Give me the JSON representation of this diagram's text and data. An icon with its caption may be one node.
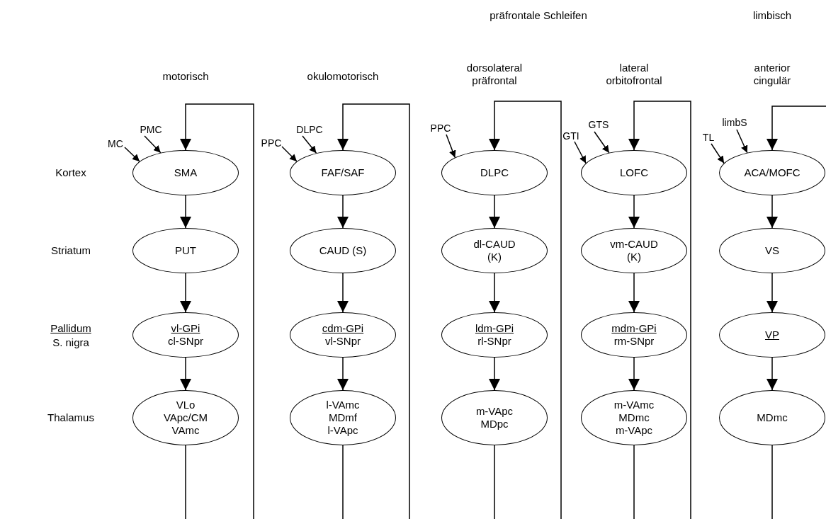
{
  "diagram": {
    "nodes": [
      {
        "text": [
          "SMA"
        ]
      },
      {
        "text": [
          "FAF/SAF"
        ]
      },
      {
        "text": [
          "DLPC"
        ]
      },
      {
        "text": [
          "LOFC"
        ]
      },
      {
        "text": [
          "ACA/MOFC"
        ]
      },
      {
        "text": [
          "PUT"
        ]
      },
      {
        "text": [
          "CAUD (S)"
        ]
      },
      {
        "text": [
          "dl-CAUD (K)"
        ]
      },
      {
        "text": [
          "vm-CAUD (K)"
        ]
      },
      {
        "text": [
          "VS"
        ]
      },
      {
        "text": [
          "vl-GPi",
          "cl-SNpr"
        ]
      },
      {
        "text": [
          "cdm-GPi",
          "vl-SNpr"
        ]
      },
      {
        "text": [
          "ldm-GPi",
          "rl-SNpr"
        ]
      },
      {
        "text": [
          "mdm-GPi",
          "rm-SNpr"
        ]
      },
      {
        "text": [
          "VP"
        ]
      },
      {
        "text": [
          "VLo",
          "VApc/CM",
          "VAmc"
        ]
      },
      {
        "text": [
          "l-VAmc",
          "MDmf",
          "l-VApc"
        ]
      },
      {
        "text": [
          "m-VApc",
          "MDpc"
        ]
      },
      {
        "text": [
          "m-VAmc",
          "MDmc",
          "m-VApc"
        ]
      },
      {
        "text": [
          "MDmc"
        ]
      },
      {
        "text": [
          "MC"
        ]
      },
      {
        "text": [
          "PMC"
        ]
      },
      {
        "text": [
          "PPC"
        ]
      },
      {
        "text": [
          "DLPC"
        ]
      },
      {
        "text": [
          "PPC"
        ]
      },
      {
        "text": [
          "GTI"
        ]
      },
      {
        "text": [
          "GTS"
        ]
      },
      {
        "text": [
          "TL"
        ]
      },
      {
        "text": [
          "limbS"
        ]
      }
    ],
    "edges": [
      {
        "from": 0,
        "to": 5,
        "arrow": "to"
      },
      {
        "from": 5,
        "to": 10,
        "arrow": "to"
      },
      {
        "from": 10,
        "to": 15,
        "arrow": "to"
      },
      {
        "from": 15,
        "to": null,
        "arrow": "none"
      },
      {
        "from": null,
        "to": 0,
        "arrow": "to"
      },
      {
        "from": 1,
        "to": 6,
        "arrow": "to"
      },
      {
        "from": 6,
        "to": 11,
        "arrow": "to"
      },
      {
        "from": 11,
        "to": 16,
        "arrow": "to"
      },
      {
        "from": 16,
        "to": null,
        "arrow": "none"
      },
      {
        "from": null,
        "to": 1,
        "arrow": "to"
      },
      {
        "from": 2,
        "to": 7,
        "arrow": "to"
      },
      {
        "from": 7,
        "to": 12,
        "arrow": "to"
      },
      {
        "from": 12,
        "to": 17,
        "arrow": "to"
      },
      {
        "from": 17,
        "to": null,
        "arrow": "none"
      },
      {
        "from": null,
        "to": 2,
        "arrow": "to"
      },
      {
        "from": 3,
        "to": 8,
        "arrow": "to"
      },
      {
        "from": 8,
        "to": 13,
        "arrow": "to"
      },
      {
        "from": 13,
        "to": 18,
        "arrow": "to"
      },
      {
        "from": 18,
        "to": null,
        "arrow": "none"
      },
      {
        "from": null,
        "to": 3,
        "arrow": "to"
      },
      {
        "from": 4,
        "to": 9,
        "arrow": "to"
      },
      {
        "from": 9,
        "to": 14,
        "arrow": "to"
      },
      {
        "from": 14,
        "to": 19,
        "arrow": "to"
      },
      {
        "from": 19,
        "to": null,
        "arrow": "none"
      },
      {
        "from": null,
        "to": 4,
        "arrow": "to"
      },
      {
        "from": 20,
        "to": 0,
        "arrow": "to"
      },
      {
        "from": 21,
        "to": 0,
        "arrow": "to"
      },
      {
        "from": 22,
        "to": 1,
        "arrow": "to"
      },
      {
        "from": 23,
        "to": 1,
        "arrow": "to"
      },
      {
        "from": 24,
        "to": 2,
        "arrow": "to"
      },
      {
        "from": 25,
        "to": 3,
        "arrow": "to"
      },
      {
        "from": 26,
        "to": 3,
        "arrow": "to"
      },
      {
        "from": 27,
        "to": 4,
        "arrow": "to"
      },
      {
        "from": 28,
        "to": 4,
        "arrow": "to"
      }
    ],
    "labels": [
      "präfrontale Schleifen",
      "limbisch",
      "motorisch",
      "okulomotorisch",
      "dorsolateral präfrontal",
      "lateral orbitofrontal",
      "anterior cingulär",
      "Kortex",
      "Striatum",
      "Pallidum",
      "S. nigra",
      "Thalamus"
    ]
  }
}
